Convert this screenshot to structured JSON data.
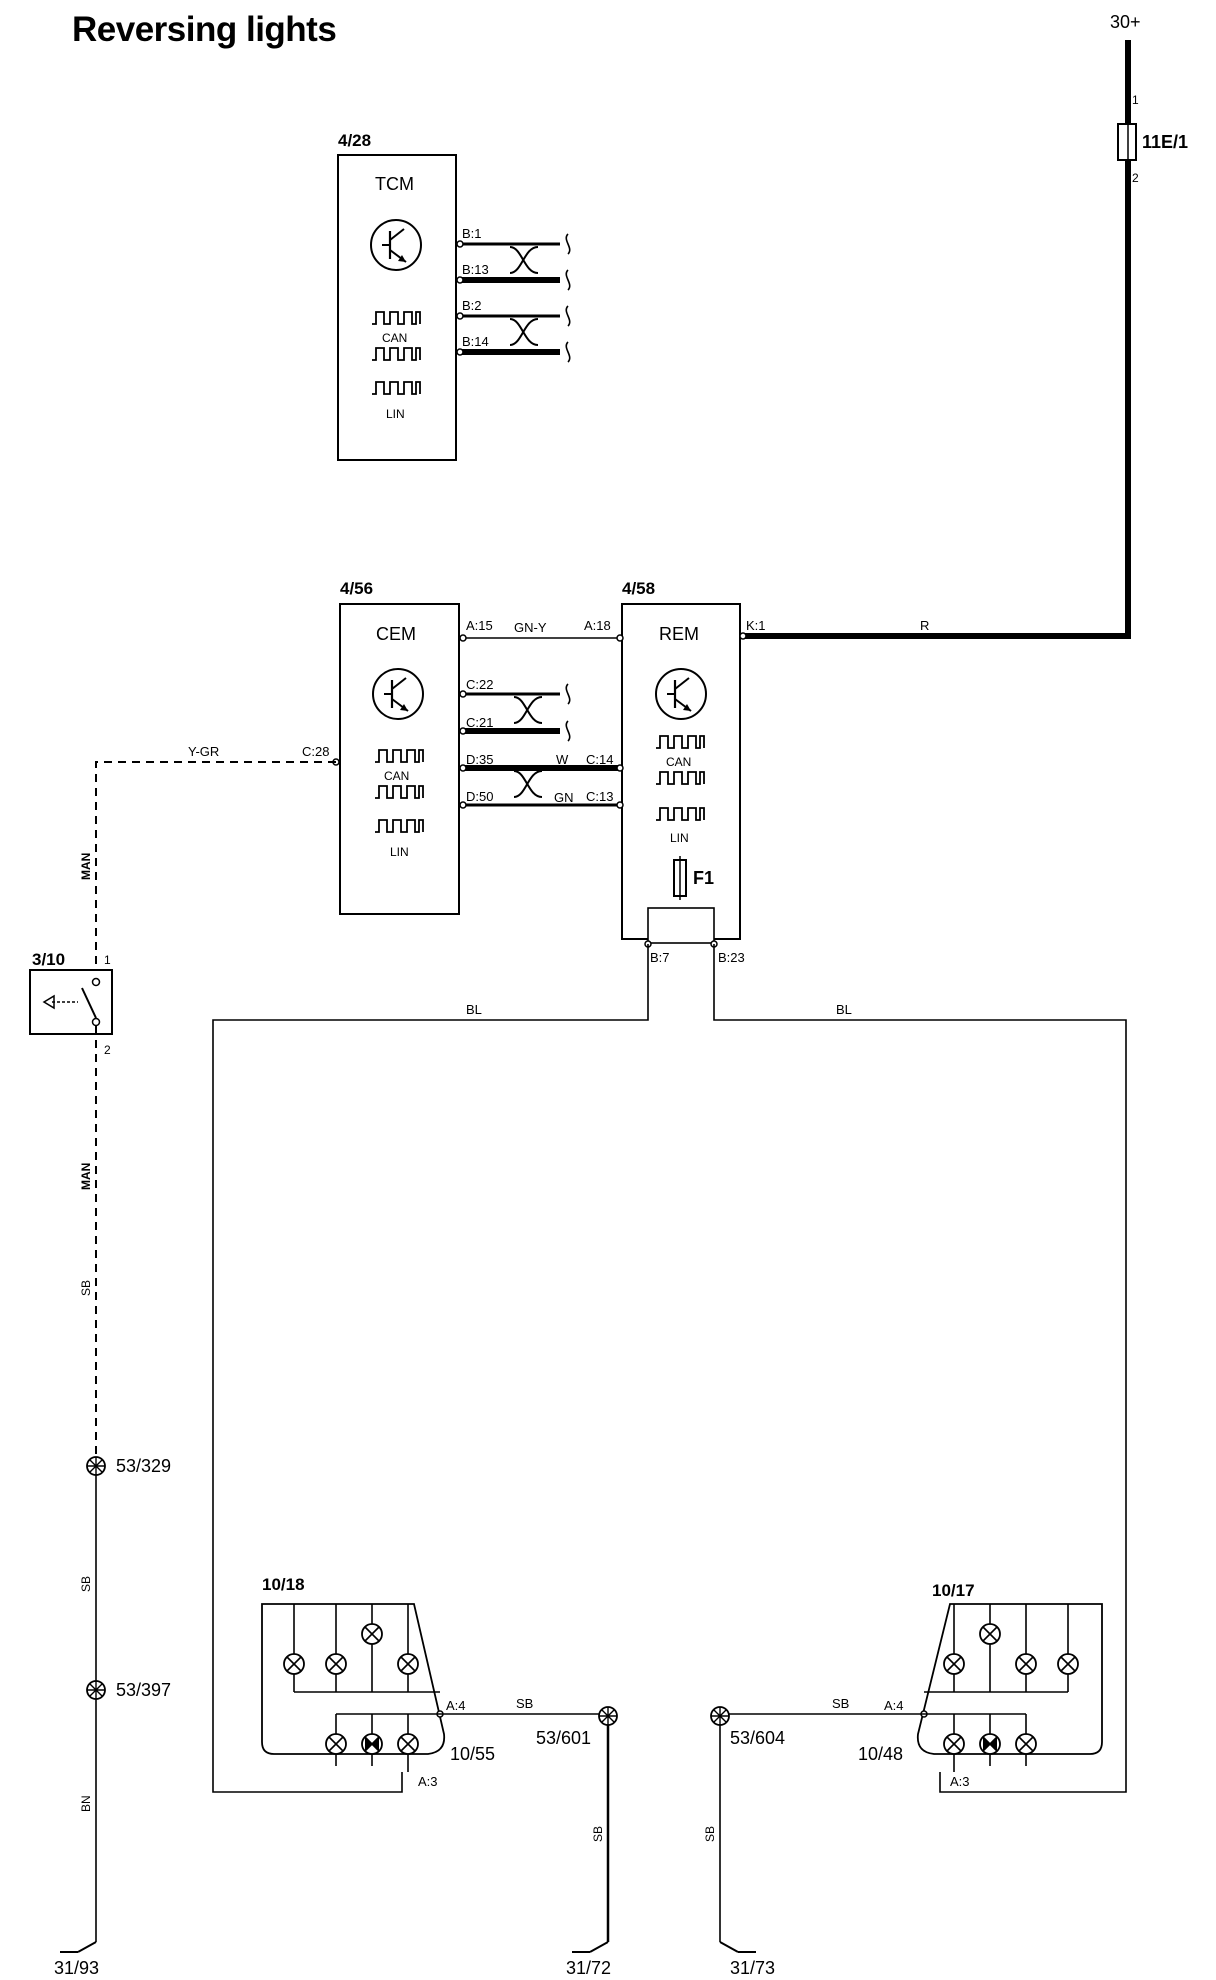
{
  "title": "Reversing lights",
  "supply": {
    "label": "30+",
    "fuse": "11E/1",
    "fuse_pin_top": "1",
    "fuse_pin_bottom": "2"
  },
  "tcm": {
    "id": "4/28",
    "name": "TCM",
    "can": "CAN",
    "lin": "LIN",
    "pins": [
      "B:1",
      "B:13",
      "B:2",
      "B:14"
    ]
  },
  "cem": {
    "id": "4/56",
    "name": "CEM",
    "can": "CAN",
    "lin": "LIN",
    "pins": [
      "A:15",
      "C:22",
      "C:21",
      "D:35",
      "D:50",
      "C:28"
    ]
  },
  "rem": {
    "id": "4/58",
    "name": "REM",
    "can": "CAN",
    "lin": "LIN",
    "fuse": "F1",
    "pins": [
      "A:18",
      "C:14",
      "C:13",
      "K:1",
      "B:7",
      "B:23"
    ]
  },
  "switch": {
    "id": "3/10",
    "pin1": "1",
    "pin2": "2"
  },
  "wires": {
    "gn_y": "GN-Y",
    "w": "W",
    "gn": "GN",
    "r": "R",
    "y_gr": "Y-GR",
    "bl_left": "BL",
    "bl_right": "BL",
    "man_top": "MAN",
    "man_bottom": "MAN",
    "sb_left_top": "SB",
    "sb_left_mid": "SB",
    "bn": "BN",
    "sb_left_lamp": "SB",
    "sb_right_lamp": "SB",
    "sb_72": "SB",
    "sb_73": "SB"
  },
  "splices": {
    "s329": "53/329",
    "s397": "53/397",
    "s601": "53/601",
    "s604": "53/604"
  },
  "lamp_left": {
    "id": "10/18",
    "sub": "10/55",
    "pin_a4": "A:4",
    "pin_a3": "A:3"
  },
  "lamp_right": {
    "id": "10/17",
    "sub": "10/48",
    "pin_a4": "A:4",
    "pin_a3": "A:3"
  },
  "grounds": {
    "g93": "31/93",
    "g72": "31/72",
    "g73": "31/73"
  }
}
